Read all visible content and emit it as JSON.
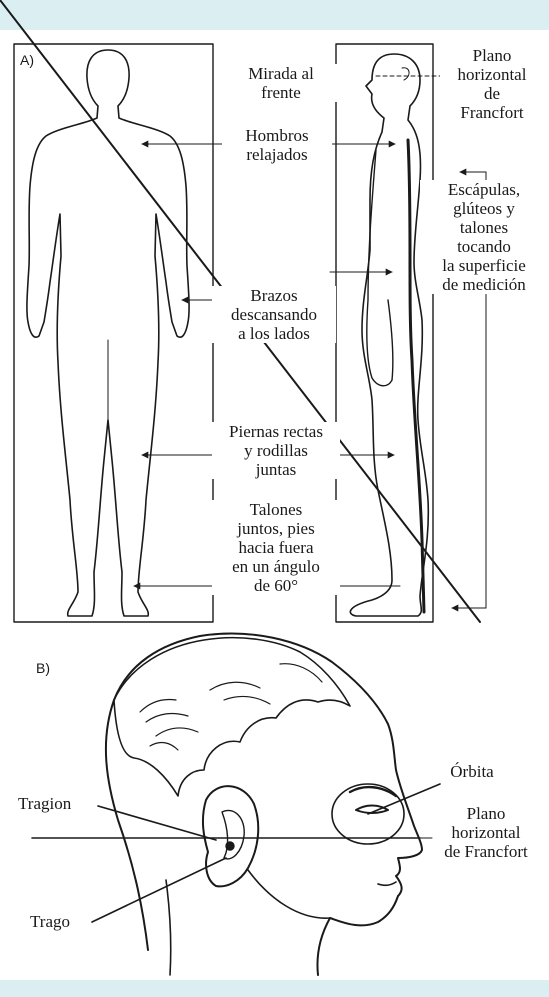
{
  "panel_a": {
    "label": "A)",
    "mirada": [
      "Mirada al",
      "frente"
    ],
    "plano_top": [
      "Plano",
      "horizontal",
      "de",
      "Francfort"
    ],
    "hombros": [
      "Hombros",
      "relajados"
    ],
    "escapulas": [
      "Escápulas,",
      "glúteos y",
      "talones",
      "tocando",
      "la superficie",
      "de medición"
    ],
    "brazos": [
      "Brazos",
      "descansando",
      "a los lados"
    ],
    "piernas": [
      "Piernas rectas",
      "y rodillas",
      "juntas"
    ],
    "talones": [
      "Talones",
      "juntos, pies",
      "hacia fuera",
      "en un ángulo",
      "de 60°"
    ]
  },
  "panel_b": {
    "label": "B)",
    "orbita": "Órbita",
    "tragion": "Tragion",
    "trago": "Trago",
    "plano": [
      "Plano",
      "horizontal",
      "de Francfort"
    ]
  },
  "colors": {
    "band": "#dbeef1",
    "line": "#1a1a1a"
  }
}
